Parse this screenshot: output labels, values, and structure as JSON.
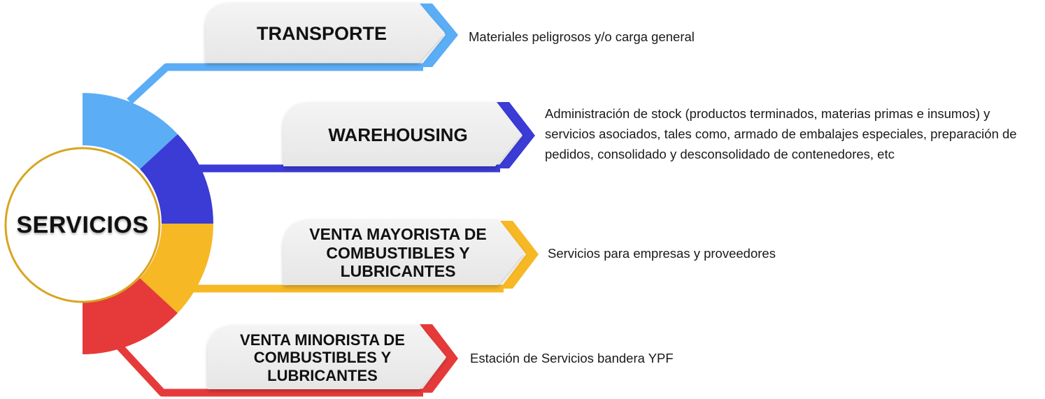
{
  "center": {
    "label": "SERVICIOS"
  },
  "services": [
    {
      "title": "TRANSPORTE",
      "description": "Materiales peligrosos y/o carga general",
      "color": "#5BADF5"
    },
    {
      "title": "WAREHOUSING",
      "description": "Administración de stock (productos terminados, materias primas e insumos) y servicios asociados, tales como, armado de embalajes especiales, preparación de pedidos, consolidado y desconsolidado de contenedores, etc",
      "color": "#3B3BD6"
    },
    {
      "title": "VENTA MAYORISTA DE COMBUSTIBLES Y LUBRICANTES",
      "description": "Servicios para empresas y proveedores",
      "color": "#F7B825"
    },
    {
      "title": "VENTA MINORISTA DE COMBUSTIBLES Y LUBRICANTES",
      "description": "Estación de Servicios bandera YPF",
      "color": "#E63A3A"
    }
  ],
  "center_ring_color": "#D9A520"
}
